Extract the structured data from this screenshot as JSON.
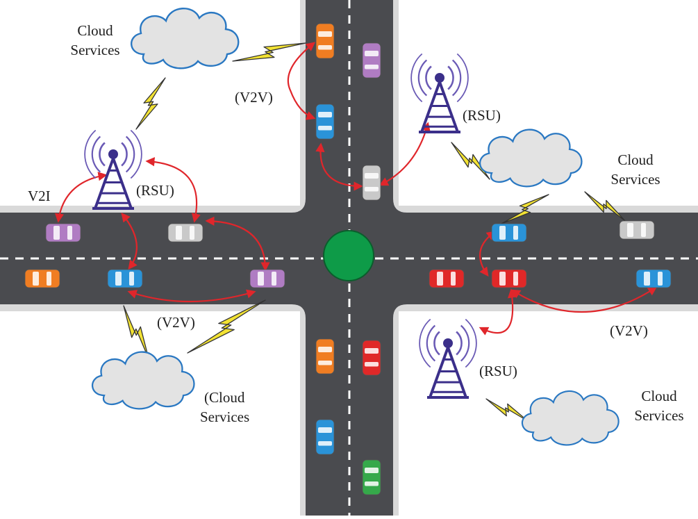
{
  "colors": {
    "road": "#4a4b4f",
    "road_edge": "#d9d9d9",
    "lane_marking": "#ffffff",
    "roundabout": "#0e9b48",
    "link_arrow": "#e0262b",
    "wireless_link": "#f2e233",
    "tower": "#3b2f8a",
    "cloud_fill": "#e3e3e3",
    "cloud_stroke": "#2a78c2",
    "car_orange": "#f07d22",
    "car_purple": "#b07cc3",
    "car_blue": "#2a93d8",
    "car_gray": "#c9c9c9",
    "car_red": "#e02828",
    "car_green": "#35a94a"
  },
  "labels": {
    "cloud_top_left": [
      "Cloud",
      "Services"
    ],
    "cloud_right": [
      "Cloud",
      "Services"
    ],
    "cloud_bottom_left": [
      "(Cloud",
      "Services"
    ],
    "cloud_bottom_right": [
      "Cloud",
      "Services"
    ],
    "rsu_left": "(RSU)",
    "rsu_top_right": "(RSU)",
    "rsu_bottom_right": "(RSU)",
    "v2i": "V2I",
    "v2v_top": "(V2V)",
    "v2v_bottom_left": "(V2V)",
    "v2v_bottom_right": "(V2V)"
  },
  "icons": [
    "cloud-icon",
    "rsu-tower-icon",
    "car-icon",
    "lightning-link-icon",
    "roundabout-icon"
  ]
}
